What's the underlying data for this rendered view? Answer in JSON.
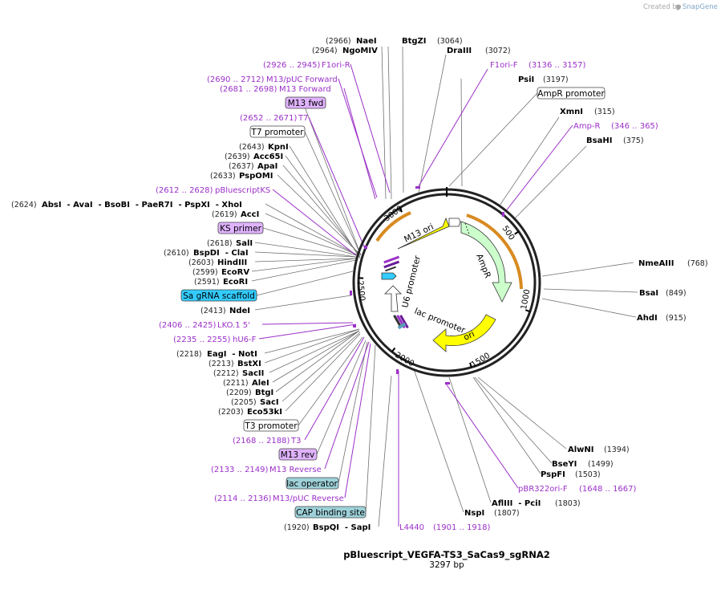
{
  "watermark": {
    "prefix": "Created by",
    "brand": "SnapGene"
  },
  "plasmid": {
    "name": "pBluescript_VEGFA-TS3_SaCas9_sgRNA2",
    "length_label": "3297 bp",
    "length": 3297
  },
  "map_ticks": [
    "500",
    "1000",
    "1500",
    "2000",
    "2500",
    "3000"
  ],
  "inner_features": {
    "m13_ori": "M13 ori",
    "ampr": "AmpR",
    "ori": "ori",
    "lac_promoter": "lac promoter",
    "u6_promoter": "U6 promoter"
  },
  "sites": {
    "naei": {
      "pos": "(2966)",
      "name": "NaeI"
    },
    "ngomiv": {
      "pos": "(2964)",
      "name": "NgoMIV"
    },
    "btgzi": {
      "pos": "(3064)",
      "name": "BtgZI"
    },
    "draiii": {
      "pos": "(3072)",
      "name": "DraIII"
    },
    "psii": {
      "pos": "(3197)",
      "name": "PsiI"
    },
    "xmni": {
      "pos": "(315)",
      "name": "XmnI"
    },
    "bsahi": {
      "pos": "(375)",
      "name": "BsaHI"
    },
    "kpni": {
      "pos": "(2643)",
      "name": "KpnI"
    },
    "acc65i": {
      "pos": "(2639)",
      "name": "Acc65I"
    },
    "apai": {
      "pos": "(2637)",
      "name": "ApaI"
    },
    "pspomi": {
      "pos": "(2633)",
      "name": "PspOMI"
    },
    "absi_group": {
      "pos": "(2624)",
      "name": "AbsI  - AvaI  - BsoBI  - PaeR7I  - PspXI  - XhoI"
    },
    "acci": {
      "pos": "(2619)",
      "name": "AccI"
    },
    "sali": {
      "pos": "(2618)",
      "name": "SalI"
    },
    "bspdi": {
      "pos": "(2610)",
      "name": "BspDI  - ClaI"
    },
    "hindiii": {
      "pos": "(2603)",
      "name": "HindIII"
    },
    "ecorv": {
      "pos": "(2599)",
      "name": "EcoRV"
    },
    "ecori": {
      "pos": "(2591)",
      "name": "EcoRI"
    },
    "ndei": {
      "pos": "(2413)",
      "name": "NdeI"
    },
    "eagi": {
      "pos": "(2218)",
      "name": "EagI  - NotI"
    },
    "bstxi": {
      "pos": "(2213)",
      "name": "BstXI"
    },
    "sacii": {
      "pos": "(2212)",
      "name": "SacII"
    },
    "alei": {
      "pos": "(2211)",
      "name": "AleI"
    },
    "btgi": {
      "pos": "(2209)",
      "name": "BtgI"
    },
    "saci": {
      "pos": "(2205)",
      "name": "SacI"
    },
    "eco53ki": {
      "pos": "(2203)",
      "name": "Eco53kI"
    },
    "bspqi": {
      "pos": "(1920)",
      "name": "BspQI  - SapI"
    },
    "nmeaiii": {
      "pos": "(768)",
      "name": "NmeAIII"
    },
    "bsai": {
      "pos": "(849)",
      "name": "BsaI"
    },
    "ahdi": {
      "pos": "(915)",
      "name": "AhdI"
    },
    "alwni": {
      "pos": "(1394)",
      "name": "AlwNI"
    },
    "bseyi": {
      "pos": "(1499)",
      "name": "BseYI"
    },
    "pspfi": {
      "pos": "(1503)",
      "name": "PspFI"
    },
    "afliii": {
      "pos": "(1803)",
      "name": "AflIII  - PciI"
    },
    "nspi": {
      "pos": "(1807)",
      "name": "NspI"
    }
  },
  "primers": {
    "f1ori_r": {
      "range": "(2926 .. 2945)",
      "name": "F1ori-R"
    },
    "m13puc_fwd": {
      "range": "(2690 .. 2712)",
      "name": "M13/pUC Forward"
    },
    "m13_forward": {
      "range": "(2681 .. 2698)",
      "name": "M13 Forward"
    },
    "t7": {
      "range": "(2652 .. 2671)",
      "name": "T7"
    },
    "pbluescriptks": {
      "range": "(2612 .. 2628)",
      "name": "pBluescriptKS"
    },
    "lko1": {
      "range": "(2406 .. 2425)",
      "name": "LKO.1 5'"
    },
    "hu6f": {
      "range": "(2235 .. 2255)",
      "name": "hU6-F"
    },
    "t3": {
      "range": "(2168 .. 2188)",
      "name": "T3"
    },
    "m13_reverse": {
      "range": "(2133 .. 2149)",
      "name": "M13 Reverse"
    },
    "m13puc_rev": {
      "range": "(2114 .. 2136)",
      "name": "M13/pUC Reverse"
    },
    "l4440": {
      "range": "(1901 .. 1918)",
      "name": "L4440"
    },
    "f1ori_f": {
      "name": "F1ori-F",
      "range": "(3136 .. 3157)"
    },
    "amp_r": {
      "name": "Amp-R",
      "range": "(346 .. 365)"
    },
    "pbr322ori_f": {
      "name": "pBR322ori-F",
      "range": "(1648 .. 1667)"
    }
  },
  "boxed_features": {
    "m13_fwd": "M13 fwd",
    "t7_promoter": "T7 promoter",
    "ks_primer": "KS primer",
    "sa_grna_scaffold": "Sa gRNA scaffold",
    "t3_promoter": "T3 promoter",
    "m13_rev": "M13 rev",
    "lac_operator": "lac operator",
    "cap_binding_site": "CAP binding site",
    "ampr_promoter": "AmpR promoter"
  },
  "colors": {
    "enzyme_line": "#6e6e6e",
    "primer": "#9b30c8",
    "feature_yellow": "#ffff00",
    "feature_green": "#ccffcc",
    "feature_cyan": "#33ccff",
    "feature_lac_operator": "#9ed1d9",
    "feature_cap": "#9ed1d9",
    "feature_purple_box": "#e0b3ff",
    "orange_arc": "#f0a030"
  }
}
